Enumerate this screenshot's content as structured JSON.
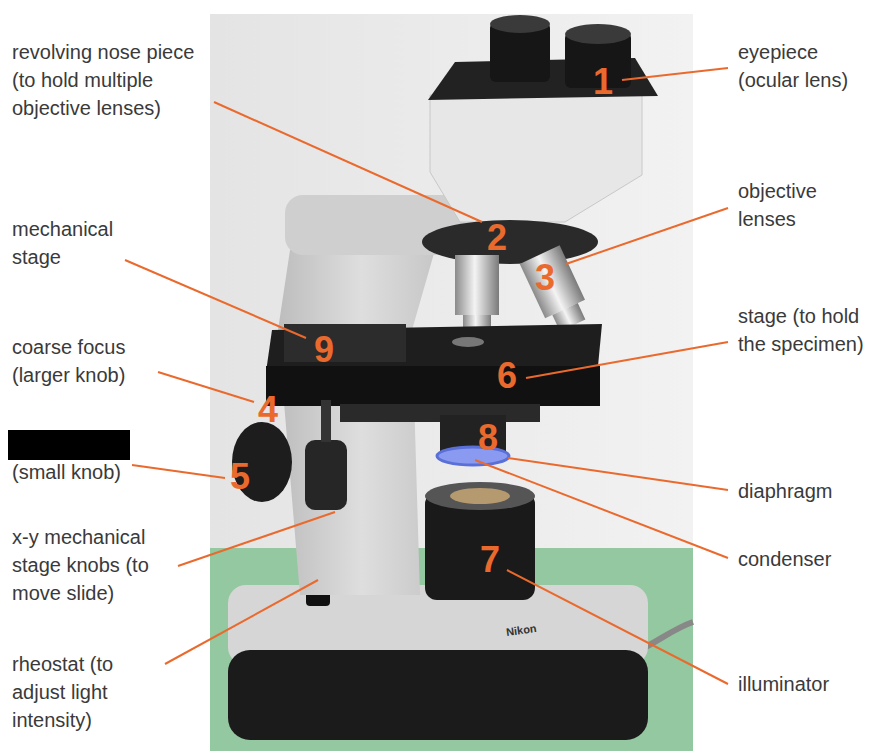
{
  "diagram": {
    "labels": [
      "revolving nose piece (to hold multiple objective lenses)",
      "eyepiece (ocular lens)",
      "1",
      "2",
      "objective lenses",
      "mechanical stage",
      "3",
      "stage (to hold the specimen)",
      "9",
      "6",
      "coarse focus (larger knob)",
      "4",
      "8",
      "(small knob)",
      "5",
      "diaphragm",
      "x-y mechanical stage knobs (to move slide)",
      "condenser",
      "7",
      "Nikon",
      "rheostat (to adjust light intensity)",
      "illuminator"
    ]
  }
}
